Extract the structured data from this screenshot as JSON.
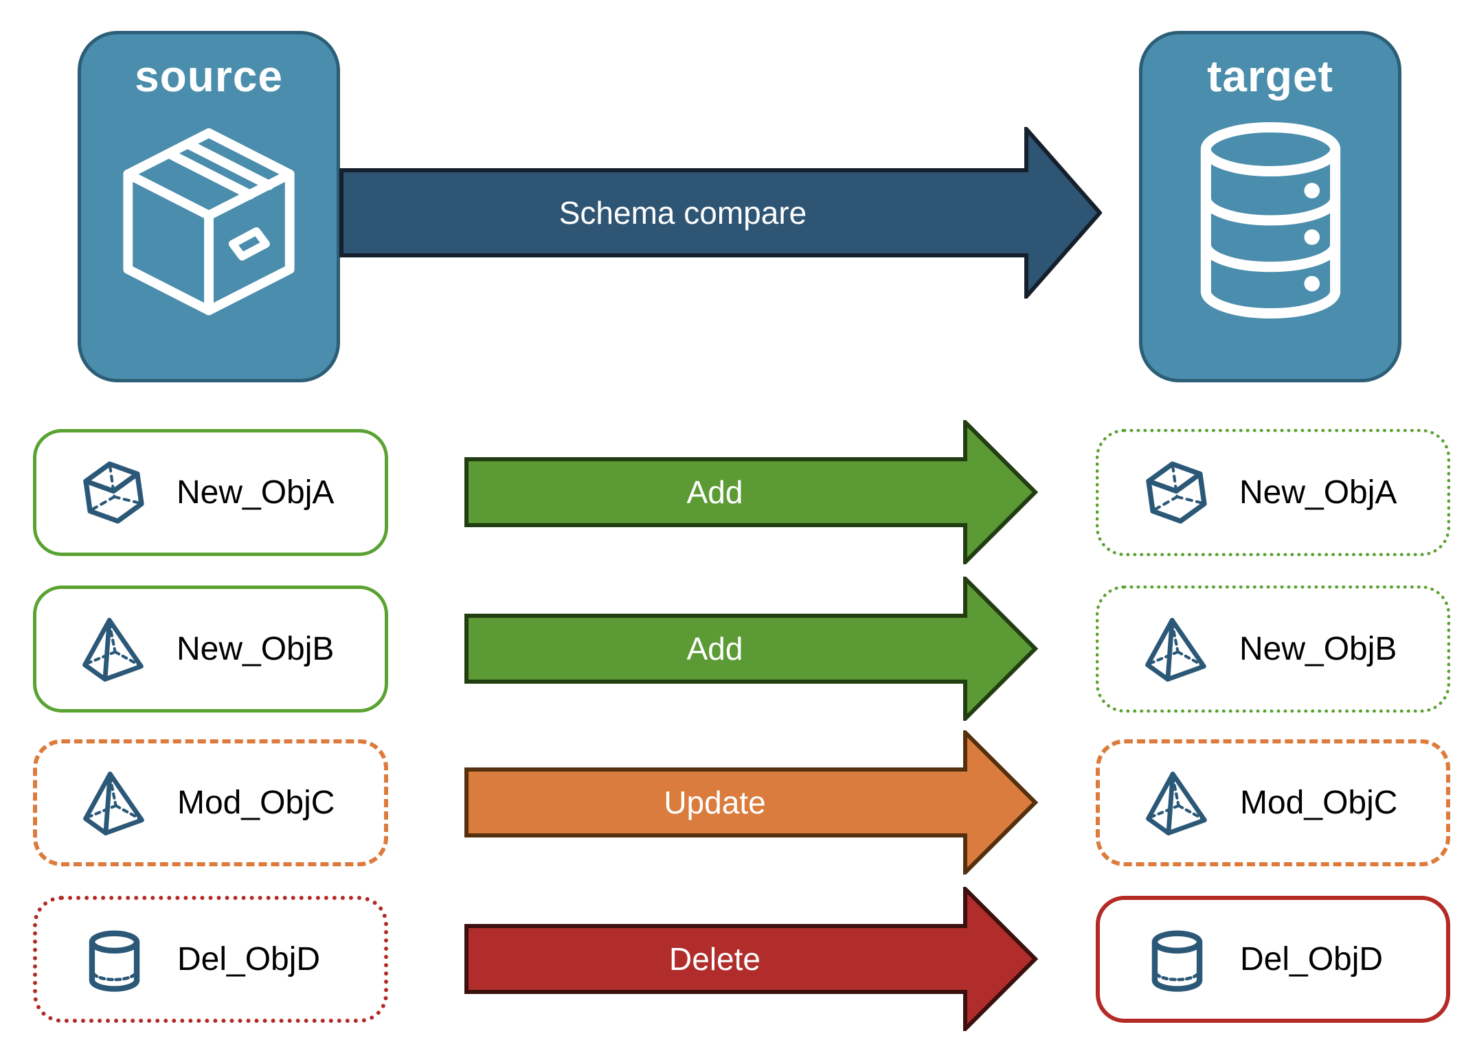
{
  "diagram": {
    "source_node": {
      "title": "source",
      "icon": "package-box-icon"
    },
    "target_node": {
      "title": "target",
      "icon": "database-icon"
    },
    "compare_arrow": {
      "label": "Schema compare"
    },
    "colors": {
      "node_fill": "#4a8dac",
      "node_border": "#2c5e77",
      "compare_arrow_fill": "#2f5574",
      "add_green": "#5b9a34",
      "update_orange": "#d97c3e",
      "delete_red": "#b02d2b",
      "outline_green": "#5aa231",
      "outline_orange": "#dc7b3c",
      "outline_red": "#b32a26",
      "object_icon_blue": "#2c5878"
    },
    "rows": [
      {
        "object_name": "New_ObjA",
        "action": "Add",
        "icon": "cube-icon",
        "source_outline": "solid-green",
        "target_outline": "dotted-green"
      },
      {
        "object_name": "New_ObjB",
        "action": "Add",
        "icon": "pyramid-icon",
        "source_outline": "solid-green",
        "target_outline": "dotted-green"
      },
      {
        "object_name": "Mod_ObjC",
        "action": "Update",
        "icon": "pyramid-icon",
        "source_outline": "dashed-orange",
        "target_outline": "dashed-orange"
      },
      {
        "object_name": "Del_ObjD",
        "action": "Delete",
        "icon": "cylinder-icon",
        "source_outline": "dotted-red",
        "target_outline": "solid-red"
      }
    ]
  }
}
